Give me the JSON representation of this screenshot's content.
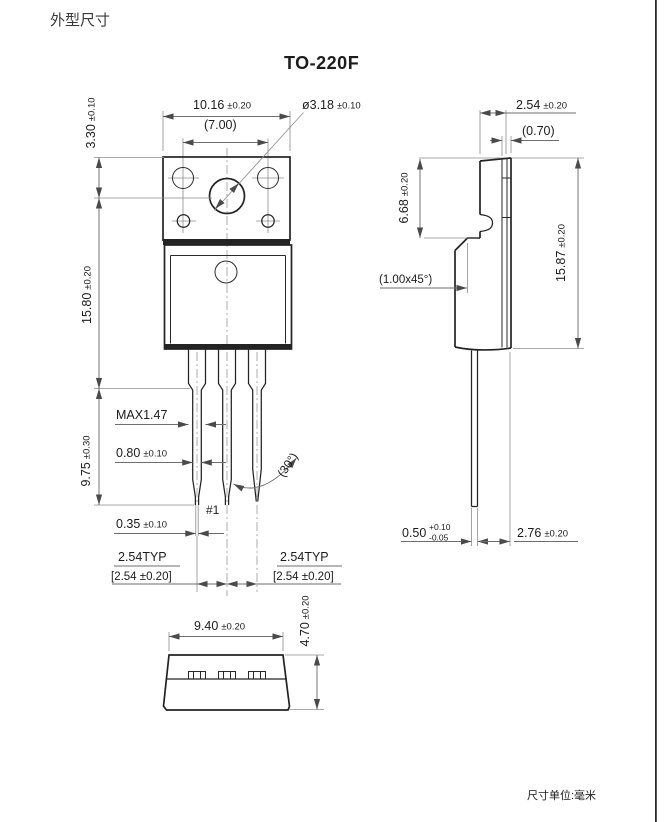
{
  "page": {
    "heading": "外型尺寸",
    "title": "TO-220F",
    "unit_note": "尺寸单位:毫米"
  },
  "front_view": {
    "width": {
      "value": "10.16",
      "tol": "±0.20"
    },
    "hole_span": "(7.00)",
    "hole_dia": {
      "value": "ø3.18",
      "tol": "±0.10"
    },
    "hole_offset": {
      "value": "3.30",
      "tol": "±0.10"
    },
    "body_height": {
      "value": "15.80",
      "tol": "±0.20"
    },
    "lead_length": {
      "value": "9.75",
      "tol": "±0.30"
    },
    "lead_width_max": "MAX1.47",
    "lead_width": {
      "value": "0.80",
      "tol": "±0.10"
    },
    "lead_tip_width": {
      "value": "0.35",
      "tol": "±0.10"
    },
    "pin1": "#1",
    "tip_angle": "(30°)",
    "pitch_typ_left": "2.54TYP",
    "pitch_left": "[2.54 ±0.20]",
    "pitch_typ_right": "2.54TYP",
    "pitch_right": "[2.54 ±0.20]"
  },
  "side_view": {
    "tab_thickness": {
      "value": "2.54",
      "tol": "±0.20"
    },
    "lead_setback": "(0.70)",
    "tab_height": {
      "value": "6.68",
      "tol": "±0.20"
    },
    "total_height": {
      "value": "15.87",
      "tol": "±0.20"
    },
    "chamfer": "(1.00x45°)",
    "lead_thickness": {
      "value": "0.50",
      "tol_plus": "+0.10",
      "tol_minus": "-0.05"
    },
    "lead_to_back": {
      "value": "2.76",
      "tol": "±0.20"
    }
  },
  "bottom_view": {
    "width": {
      "value": "9.40",
      "tol": "±0.20"
    },
    "depth": {
      "value": "4.70",
      "tol": "±0.20"
    }
  }
}
